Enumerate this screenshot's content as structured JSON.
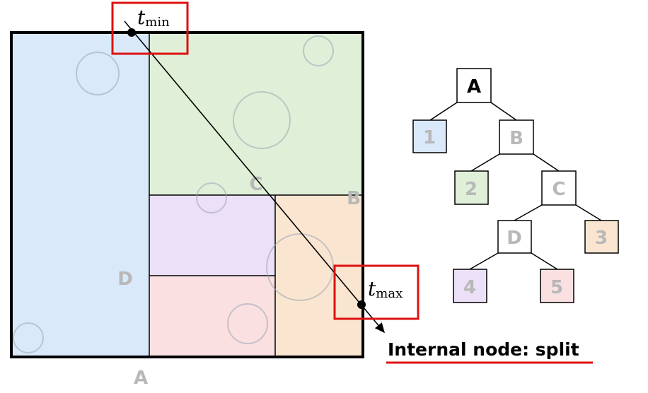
{
  "regions": {
    "region_1": {
      "color": "#d9e9fa"
    },
    "region_2": {
      "color": "#e0f0d8"
    },
    "region_3": {
      "color": "#fae6d0"
    },
    "region_4": {
      "color": "#ebe0f8"
    },
    "region_5": {
      "color": "#fbe0e2"
    }
  },
  "split_labels": {
    "a": "A",
    "b": "B",
    "c": "C",
    "d": "D"
  },
  "ray": {
    "t_min": {
      "symbol": "t",
      "subscript": "min"
    },
    "t_max": {
      "symbol": "t",
      "subscript": "max"
    }
  },
  "caption": {
    "text": "Internal node: split",
    "underline_color": "#dd1111"
  },
  "highlight_color": "#dd1111",
  "tree": {
    "nodes": {
      "a": "A",
      "b": "B",
      "c": "C",
      "d": "D",
      "leaf_1": "1",
      "leaf_2": "2",
      "leaf_3": "3",
      "leaf_4": "4",
      "leaf_5": "5"
    }
  }
}
